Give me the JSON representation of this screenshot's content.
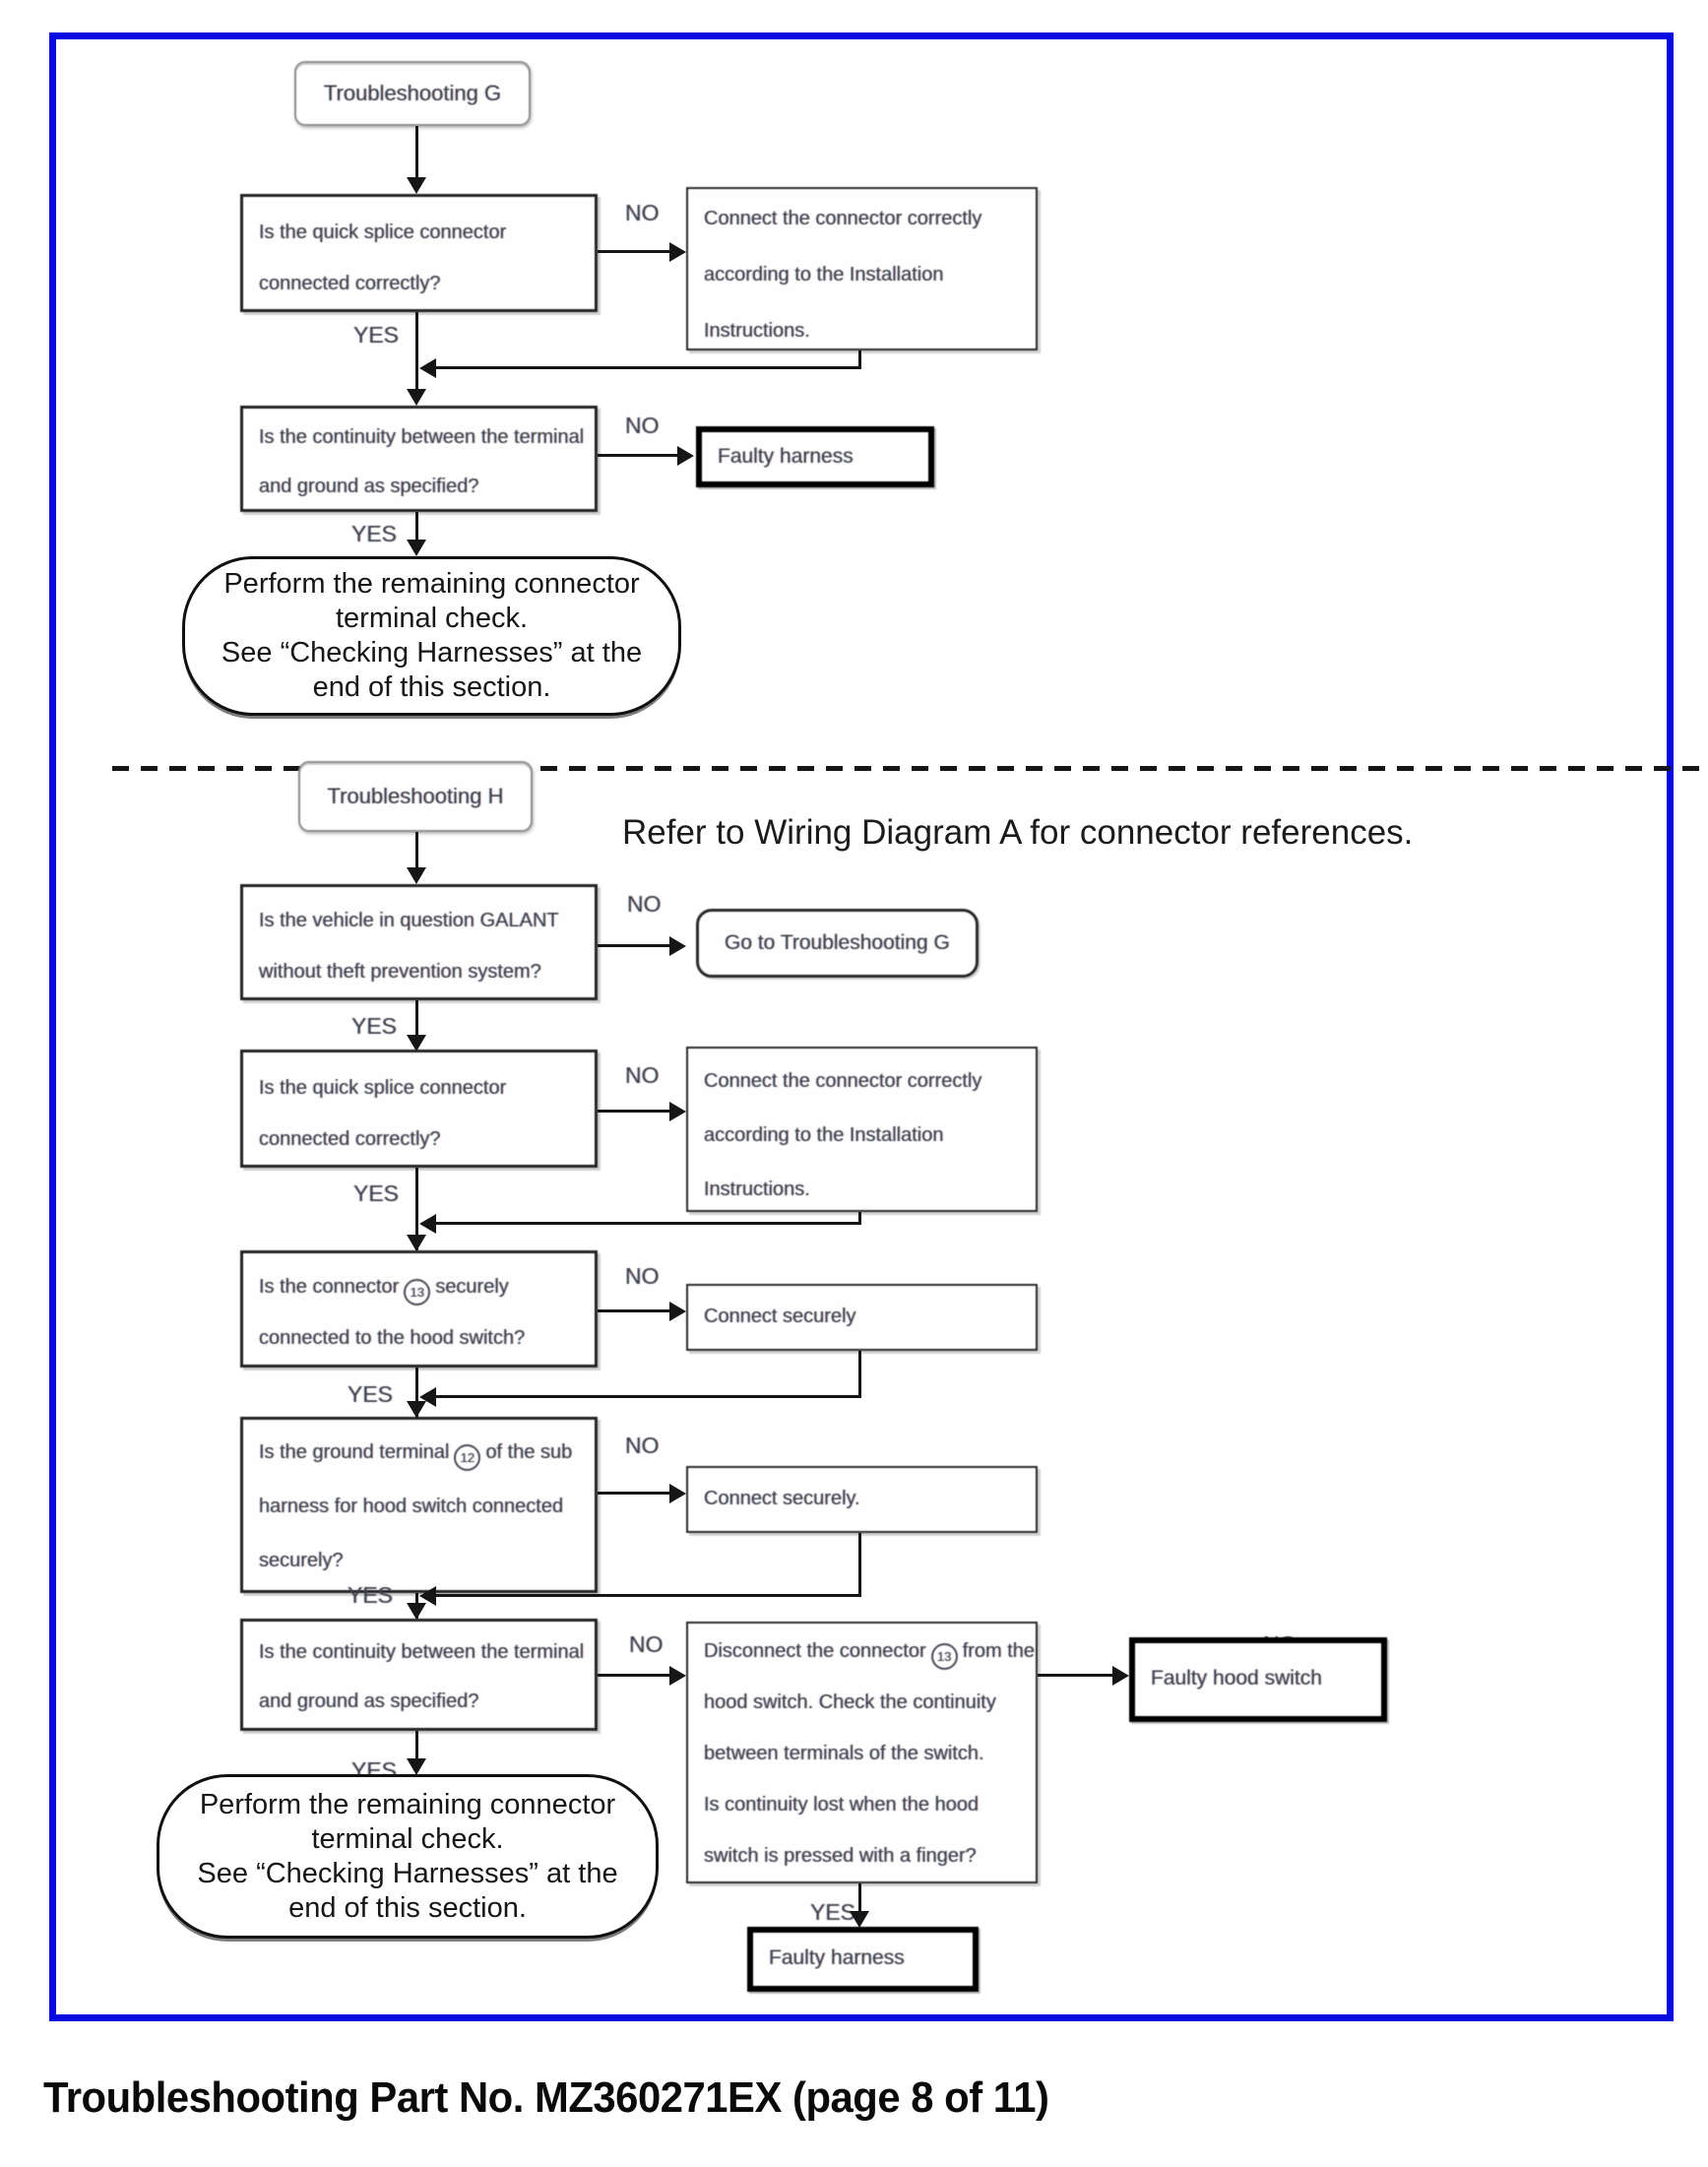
{
  "page": {
    "caption": "Troubleshooting Part No. MZ360271EX (page 8 of 11)",
    "border_color": "#0a0ae0"
  },
  "labels": {
    "yes": "YES",
    "no": "NO"
  },
  "g": {
    "title": "Troubleshooting G",
    "q_splice": [
      "Is the quick splice connector",
      "connected correctly?"
    ],
    "a_connect": [
      "Connect the connector correctly",
      "according to the Installation",
      "Instructions."
    ],
    "q_continuity": [
      "Is the continuity between the terminal",
      "and ground as specified?"
    ],
    "faulty_harness": "Faulty harness",
    "terminator": [
      "Perform the remaining connector",
      "terminal check.",
      "See “Checking Harnesses” at the",
      "end of this section."
    ]
  },
  "h": {
    "title": "Troubleshooting H",
    "note": "Refer to Wiring Diagram A for connector references.",
    "q_vehicle": [
      "Is the vehicle in question GALANT",
      "without theft prevention system?"
    ],
    "a_goto": "Go to Troubleshooting G",
    "q_splice": [
      "Is the quick splice connector",
      "connected correctly?"
    ],
    "a_connect": [
      "Connect the connector correctly",
      "according to the Installation",
      "Instructions."
    ],
    "q_connector": {
      "pre": "Is the connector",
      "num": "13",
      "post": "securely",
      "line2": "connected to the hood switch?"
    },
    "a_secure1": "Connect securely",
    "q_ground": {
      "pre": "Is the ground terminal",
      "num": "12",
      "post": "of the sub",
      "line2": "harness for hood switch connected",
      "line3": "securely?"
    },
    "a_secure2": "Connect securely.",
    "q_continuity": [
      "Is the continuity between the terminal",
      "and ground as specified?"
    ],
    "q_switch": {
      "pre": "Disconnect the connector",
      "num": "13",
      "post": "from the",
      "line2": "hood switch. Check the continuity",
      "line3": "between terminals of the switch.",
      "line4": "Is continuity lost when the hood",
      "line5": "switch is pressed with a finger?"
    },
    "faulty_hood_switch": "Faulty hood switch",
    "faulty_harness": "Faulty harness",
    "terminator": [
      "Perform the remaining connector",
      "terminal check.",
      "See “Checking Harnesses” at the",
      "end of this section."
    ]
  }
}
